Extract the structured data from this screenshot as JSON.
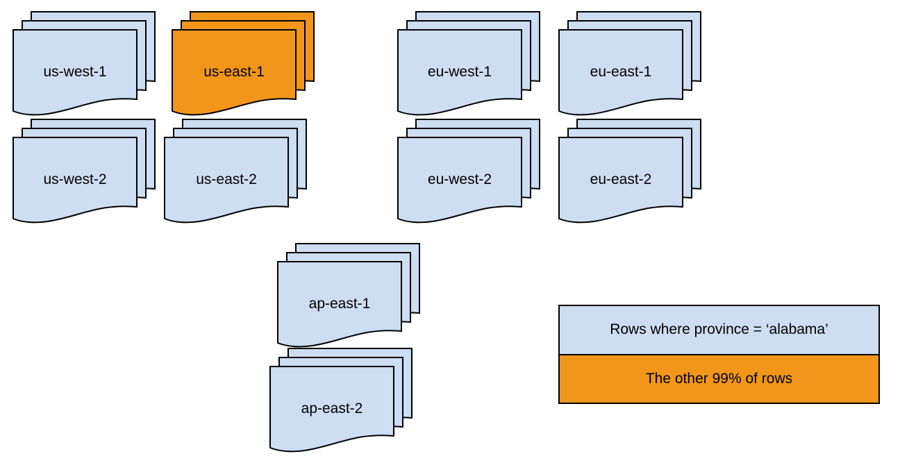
{
  "stacks": [
    {
      "label": "us-west-1",
      "fill": "#CDDDF2"
    },
    {
      "label": "us-east-1",
      "fill": "#F1961B"
    },
    {
      "label": "eu-west-1",
      "fill": "#CDDDF2"
    },
    {
      "label": "eu-east-1",
      "fill": "#CDDDF2"
    },
    {
      "label": "us-west-2",
      "fill": "#CDDDF2"
    },
    {
      "label": "us-east-2",
      "fill": "#CDDDF2"
    },
    {
      "label": "eu-west-2",
      "fill": "#CDDDF2"
    },
    {
      "label": "eu-east-2",
      "fill": "#CDDDF2"
    },
    {
      "label": "ap-east-1",
      "fill": "#CDDDF2"
    },
    {
      "label": "ap-east-2",
      "fill": "#CDDDF2"
    }
  ],
  "legend": {
    "rows": [
      {
        "label": "Rows where province = ‘alabama’",
        "fill": "#CDDDF2"
      },
      {
        "label": "The other 99% of rows",
        "fill": "#F1961B"
      }
    ]
  },
  "colors": {
    "partition_fill": "#CDDDF2",
    "highlight_fill": "#F1961B",
    "outline": "#000000"
  }
}
